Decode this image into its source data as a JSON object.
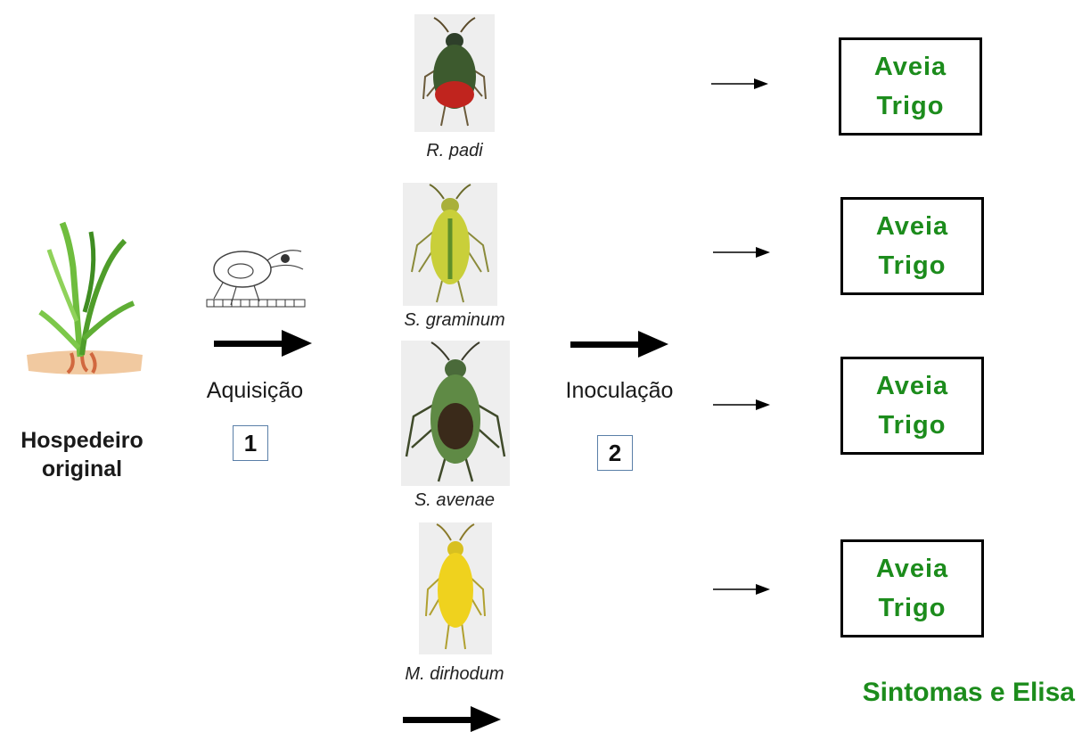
{
  "host": {
    "line1": "Hospedeiro",
    "line2": "original"
  },
  "steps": [
    {
      "label": "Aquisição",
      "number": "1"
    },
    {
      "label": "Inoculação",
      "number": "2"
    }
  ],
  "aphids": [
    {
      "name": "R. padi"
    },
    {
      "name": "S. graminum"
    },
    {
      "name": "S. avenae"
    },
    {
      "name": "M. dirhodum"
    }
  ],
  "results": [
    {
      "line1": "Aveia",
      "line2": "Trigo"
    },
    {
      "line1": "Aveia",
      "line2": "Trigo"
    },
    {
      "line1": "Aveia",
      "line2": "Trigo"
    },
    {
      "line1": "Aveia",
      "line2": "Trigo"
    }
  ],
  "footer": "Sintomas e Elisa",
  "colors": {
    "result_text": "#1c8c1c",
    "step_box_border": "#5a7fa8"
  }
}
